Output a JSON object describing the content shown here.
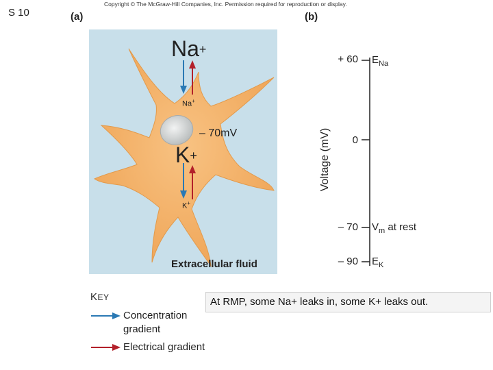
{
  "slide": {
    "label": "S 10"
  },
  "copyright": "Copyright © The McGraw-Hill Companies, Inc. Permission required for reproduction or display.",
  "panel_a": {
    "label": "(a)",
    "ion_outside": {
      "name": "Na",
      "charge": "+"
    },
    "ion_inside_label": {
      "name": "Na",
      "charge": "+"
    },
    "ion_inside": {
      "name": "K",
      "charge": "+"
    },
    "ion_outside_label": {
      "name": "K",
      "charge": "+"
    },
    "membrane_potential": "– 70mV",
    "fluid_label": "Extracellular fluid"
  },
  "panel_b": {
    "label": "(b)",
    "axis_title": "Voltage (mV)",
    "ticks": [
      {
        "value": "+ 60",
        "symbol": "E",
        "sub": "Na",
        "suffix": ""
      },
      {
        "value": "0",
        "symbol": "",
        "sub": "",
        "suffix": ""
      },
      {
        "value": "– 70",
        "symbol": "V",
        "sub": "m",
        "suffix": " at rest"
      },
      {
        "value": "– 90",
        "symbol": "E",
        "sub": "K",
        "suffix": ""
      }
    ]
  },
  "key": {
    "title_first": "K",
    "title_rest": "EY",
    "concentration_label": "Concentration gradient",
    "electrical_label": "Electrical gradient"
  },
  "caption": "At RMP, some Na+ leaks in, some K+ leaks out.",
  "colors": {
    "concentration": "#2a79b4",
    "electrical": "#b3202a",
    "fluid": "#c8dfea",
    "cell": "#f5b66a",
    "nucleus": "#d9dcdc"
  }
}
